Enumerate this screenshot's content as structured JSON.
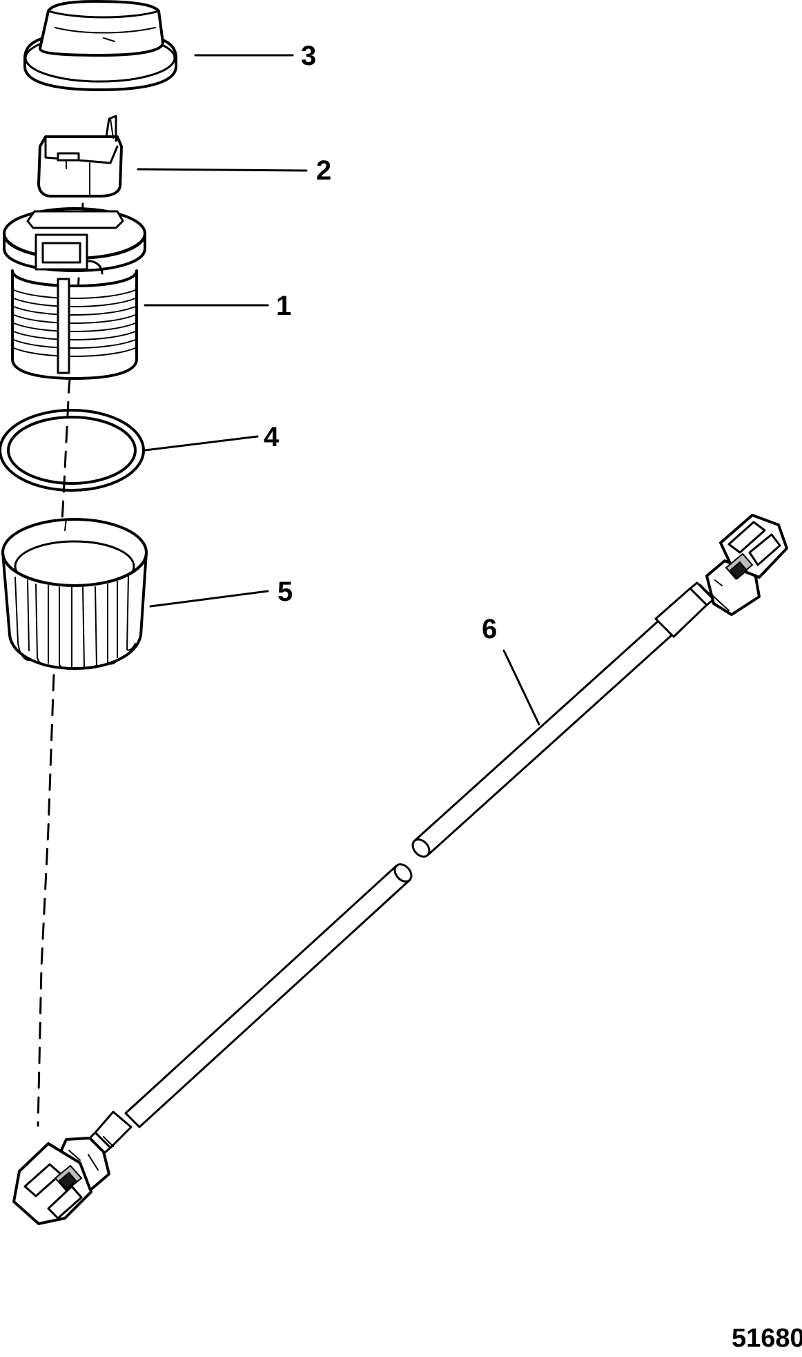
{
  "diagram": {
    "callouts": [
      {
        "id": "3",
        "label": "3"
      },
      {
        "id": "2",
        "label": "2"
      },
      {
        "id": "1",
        "label": "1"
      },
      {
        "id": "4",
        "label": "4"
      },
      {
        "id": "5",
        "label": "5"
      },
      {
        "id": "6",
        "label": "6"
      }
    ],
    "figure_id": "51680"
  },
  "colors": {
    "line": "#000000",
    "background": "#ffffff"
  }
}
